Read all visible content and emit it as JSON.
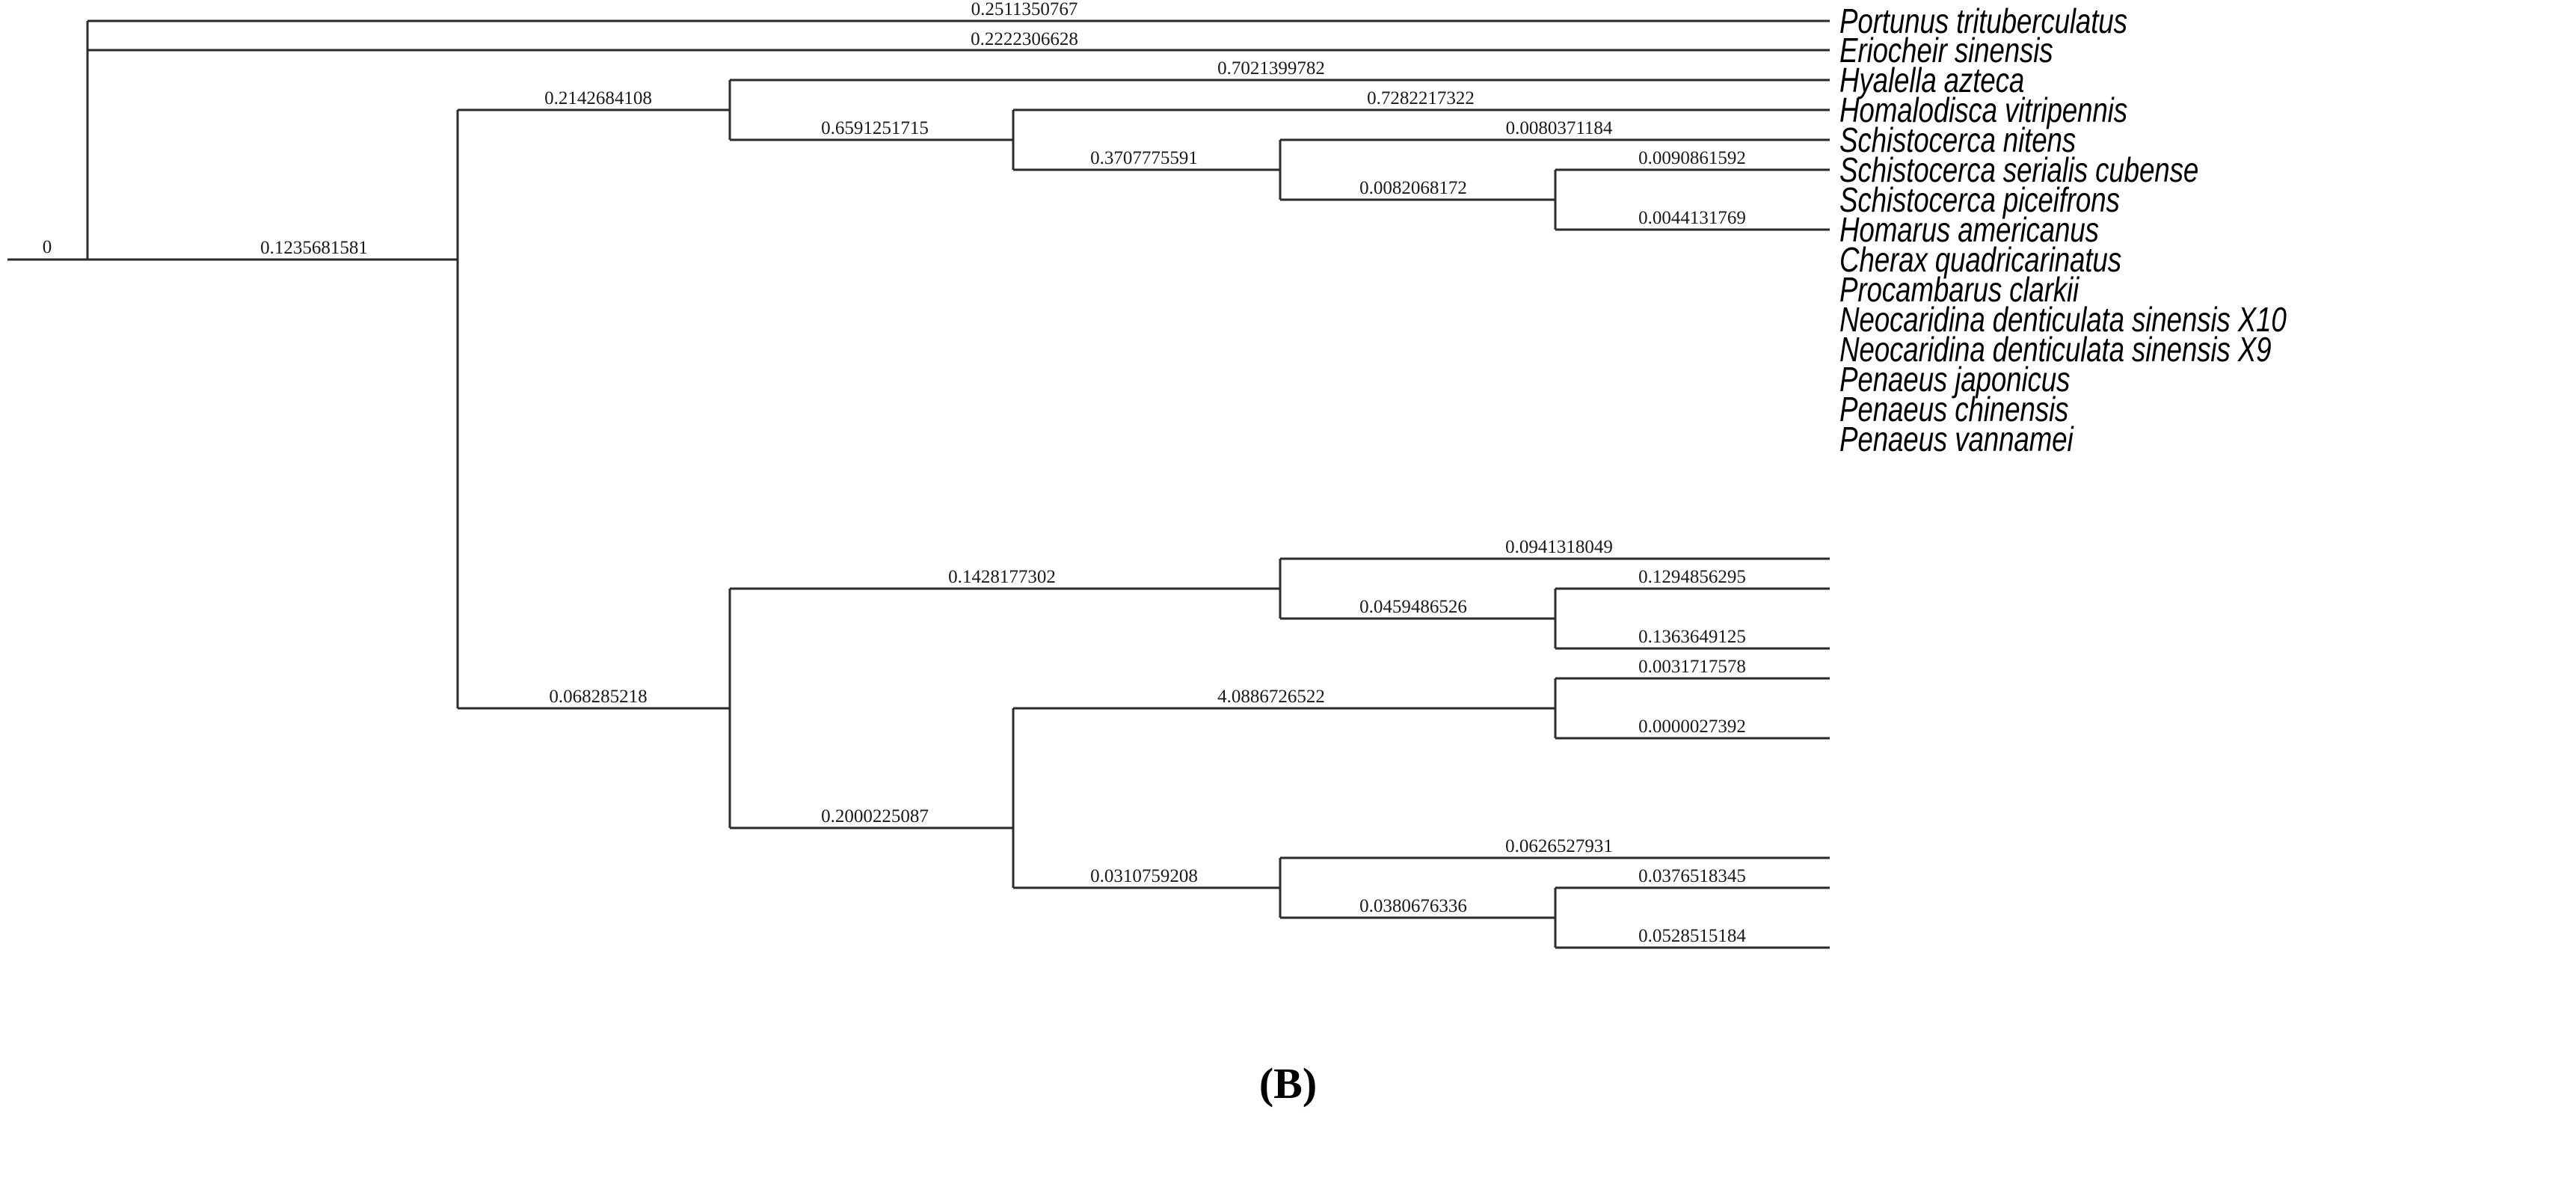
{
  "figure": {
    "panel_caption": "(B)",
    "root_label": "0",
    "line_color": "#2b2b2b",
    "label_color": "#1a1a1a",
    "background": "#ffffff"
  },
  "chart_data": {
    "type": "tree",
    "title": "",
    "xlabel": "",
    "ylabel": "",
    "root_label": "0",
    "tips": [
      {
        "name": "Portunus trituberculatus",
        "branch_length": "0.2511350767"
      },
      {
        "name": "Eriocheir sinensis",
        "branch_length": "0.2222306628"
      },
      {
        "name": "Hyalella azteca",
        "branch_length": "0.7021399782"
      },
      {
        "name": "Homalodisca vitripennis",
        "branch_length": "0.7282217322"
      },
      {
        "name": "Schistocerca nitens",
        "branch_length": "0.0080371184"
      },
      {
        "name": "Schistocerca serialis cubense",
        "branch_length": "0.0090861592"
      },
      {
        "name": "Schistocerca piceifrons",
        "branch_length": "0.0044131769"
      },
      {
        "name": "Homarus americanus",
        "branch_length": "0.0941318049"
      },
      {
        "name": "Cherax quadricarinatus",
        "branch_length": "0.1294856295"
      },
      {
        "name": "Procambarus clarkii",
        "branch_length": "0.1363649125"
      },
      {
        "name": "Neocaridina denticulata sinensis X10",
        "branch_length": "0.0031717578"
      },
      {
        "name": "Neocaridina denticulata sinensis X9",
        "branch_length": "0.0000027392"
      },
      {
        "name": "Penaeus japonicus",
        "branch_length": "0.0626527931"
      },
      {
        "name": "Penaeus chinensis",
        "branch_length": "0.0376518345"
      },
      {
        "name": "Penaeus vannamei",
        "branch_length": "0.0528515184"
      }
    ],
    "internal_branches": [
      {
        "id": "node-arthropod-core",
        "label": "0.1235681581"
      },
      {
        "id": "node-insect-hyalella",
        "label": "0.2142684108"
      },
      {
        "id": "node-insect",
        "label": "0.6591251715"
      },
      {
        "id": "node-schistocerca-clade",
        "label": "0.3707775591"
      },
      {
        "id": "node-schistocerca-pair",
        "label": "0.0082068172"
      },
      {
        "id": "node-decapod",
        "label": "0.068285218"
      },
      {
        "id": "node-astacidea",
        "label": "0.1428177302"
      },
      {
        "id": "node-crayfish-pair",
        "label": "0.0459486526"
      },
      {
        "id": "node-caridea-penaeid",
        "label": "0.2000225087"
      },
      {
        "id": "node-neocaridina-pair",
        "label": "4.0886726522"
      },
      {
        "id": "node-penaeus-clade",
        "label": "0.0310759208"
      },
      {
        "id": "node-penaeus-pair",
        "label": "0.0380676336"
      }
    ]
  }
}
